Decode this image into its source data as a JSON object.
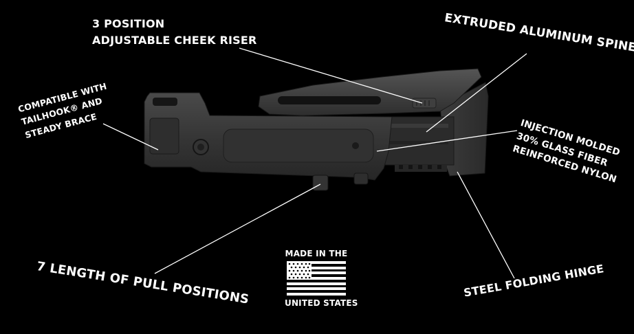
{
  "callouts": {
    "cheek_riser": [
      "3 POSITION",
      "ADJUSTABLE CHEEK RISER"
    ],
    "aluminum_spine": [
      "EXTRUDED ALUMINUM SPINE"
    ],
    "compatible": [
      "COMPATIBLE WITH",
      "TAILHOOK® AND",
      "STEADY BRACE"
    ],
    "nylon": [
      "INJECTION MOLDED",
      "30% GLASS FIBER",
      "REINFORCED NYLON"
    ],
    "length_of_pull": [
      "7 LENGTH OF PULL POSITIONS"
    ],
    "folding_hinge": [
      "STEEL FOLDING HINGE"
    ]
  },
  "made_in": {
    "top": "MADE IN THE",
    "bottom": "UNITED STATES"
  },
  "icons": [
    "us-flag-icon"
  ],
  "colors": {
    "background": "#000000",
    "text": "#ffffff",
    "stock_body": "#3a3a3a",
    "stock_dark": "#262626"
  }
}
